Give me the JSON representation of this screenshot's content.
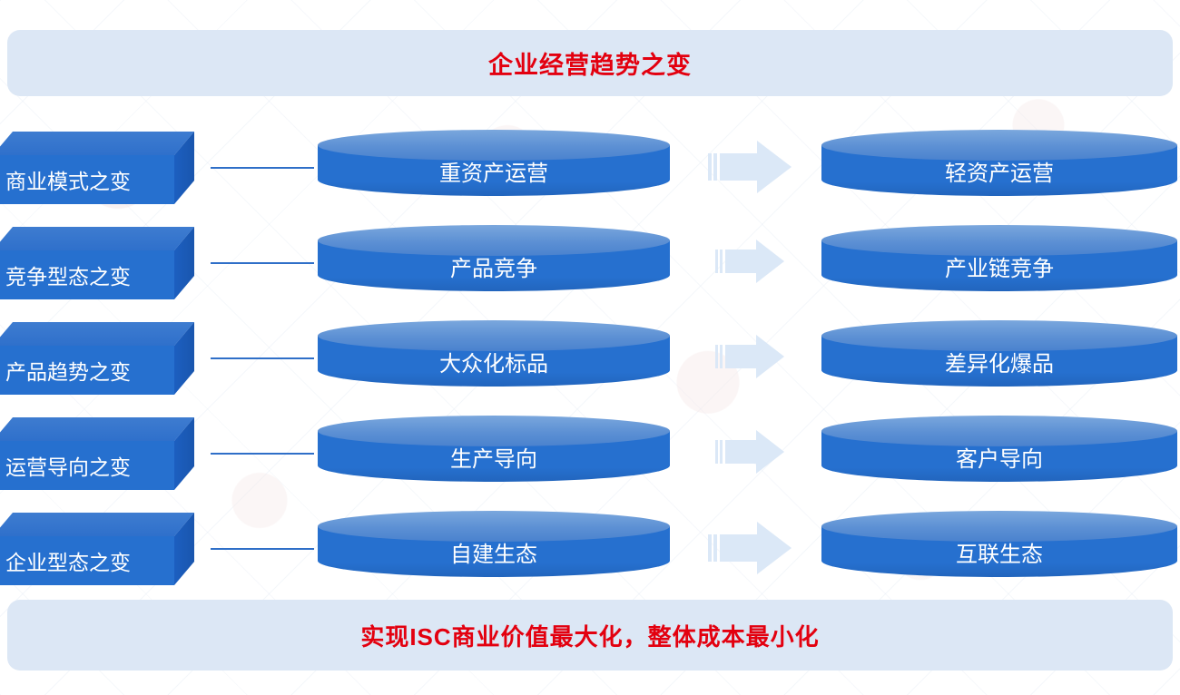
{
  "header": {
    "title": "企业经营趋势之变"
  },
  "footer": {
    "title": "实现ISC商业价值最大化，整体成本最小化"
  },
  "colors": {
    "banner_bg": "#dce7f5",
    "accent_red": "#e3000f",
    "cylinder_body": "#2670cf",
    "cylinder_top": "#5c90d4",
    "box_front": "#2670cf",
    "box_top": "#3e7cd0",
    "box_side": "#1c5fc0",
    "arrow": "#dbe8f7",
    "connector_line": "#2f6fc8"
  },
  "rows": [
    {
      "label": "商业模式之变",
      "from": "重资产运营",
      "to": "轻资产运营",
      "arrow": "arrow-right-icon"
    },
    {
      "label": "竞争型态之变",
      "from": "产品竞争",
      "to": "产业链竞争",
      "arrow": "arrow-right-icon"
    },
    {
      "label": "产品趋势之变",
      "from": "大众化标品",
      "to": "差异化爆品",
      "arrow": "arrow-right-icon"
    },
    {
      "label": "运营导向之变",
      "from": "生产导向",
      "to": "客户导向",
      "arrow": "arrow-right-icon"
    },
    {
      "label": "企业型态之变",
      "from": "自建生态",
      "to": "互联生态",
      "arrow": "arrow-right-icon"
    }
  ]
}
